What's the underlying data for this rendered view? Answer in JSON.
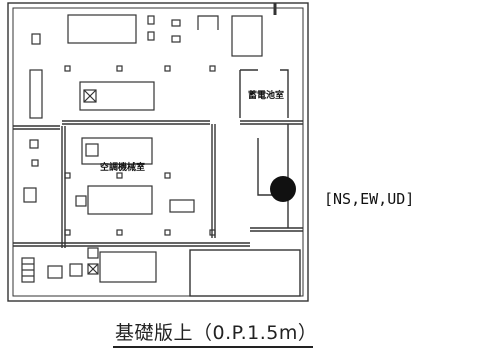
{
  "rooms": {
    "battery_room": "蓄電池室",
    "hvac_room": "空調機械室"
  },
  "components": "[NS,EW,UD]",
  "caption": "基礎版上（0.P.1.5m）",
  "colors": {
    "line": "#333333",
    "marker": "#111111",
    "background": "#ffffff"
  }
}
